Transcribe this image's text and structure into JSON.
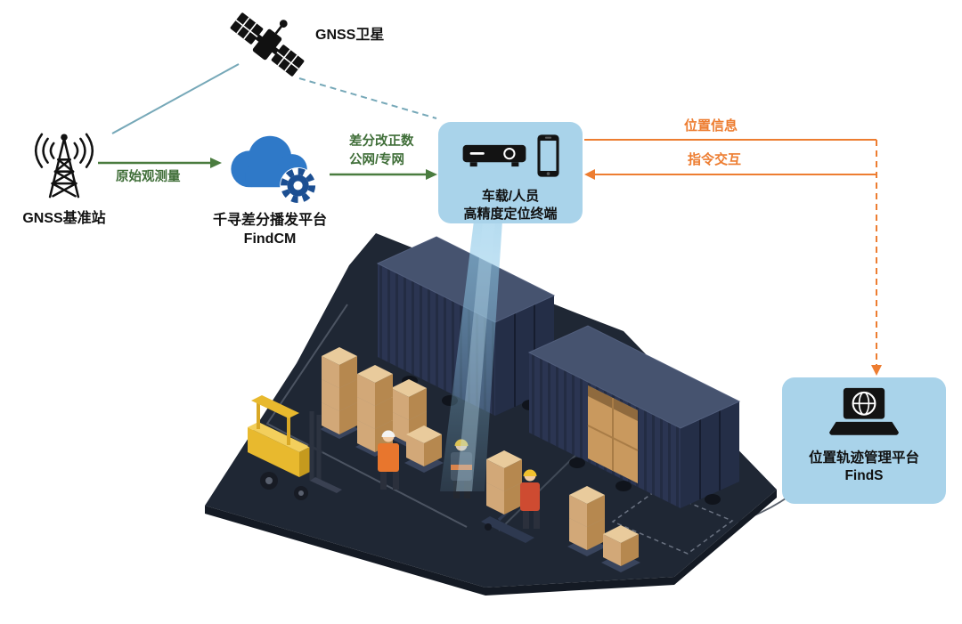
{
  "nodes": {
    "satellite": {
      "label": "GNSS卫星"
    },
    "base_station": {
      "label": "GNSS基准站"
    },
    "cloud": {
      "title": "千寻差分播发平台",
      "product": "FindCM"
    },
    "terminal": {
      "line1": "车载/人员",
      "line2": "高精度定位终端"
    },
    "management": {
      "title": "位置轨迹管理平台",
      "product": "FindS"
    }
  },
  "links": {
    "raw_observation": {
      "label": "原始观测量"
    },
    "correction": {
      "line1": "差分改正数",
      "line2": "公网/专网"
    },
    "position_info": {
      "label": "位置信息"
    },
    "command": {
      "label": "指令交互"
    }
  },
  "icons": {
    "satellite": "satellite-icon",
    "base_station": "radio-tower-icon",
    "cloud_platform": "cloud-gear-icon",
    "terminal_receiver": "receiver-box-icon",
    "terminal_phone": "smartphone-icon",
    "management": "laptop-globe-icon"
  },
  "scene": {
    "elements": [
      "shipping-container",
      "shipping-container-open",
      "pallet-boxes",
      "forklift",
      "pallet-jack",
      "workers",
      "positioning-beam",
      "yard-platform"
    ]
  },
  "colors": {
    "bubble_bg": "#a9d3ea",
    "arrow_green": "#4a7c3f",
    "label_green": "#3f6e38",
    "arrow_orange": "#ed7d31",
    "line_teal": "#76a8b8",
    "cloud_blue": "#2f79c8",
    "gear_blue": "#1c4f92",
    "platform_navy": "#1f2734",
    "container_navy": "#2b3552",
    "box_tan": "#d2a878",
    "forklift_yellow": "#e8b92e"
  }
}
